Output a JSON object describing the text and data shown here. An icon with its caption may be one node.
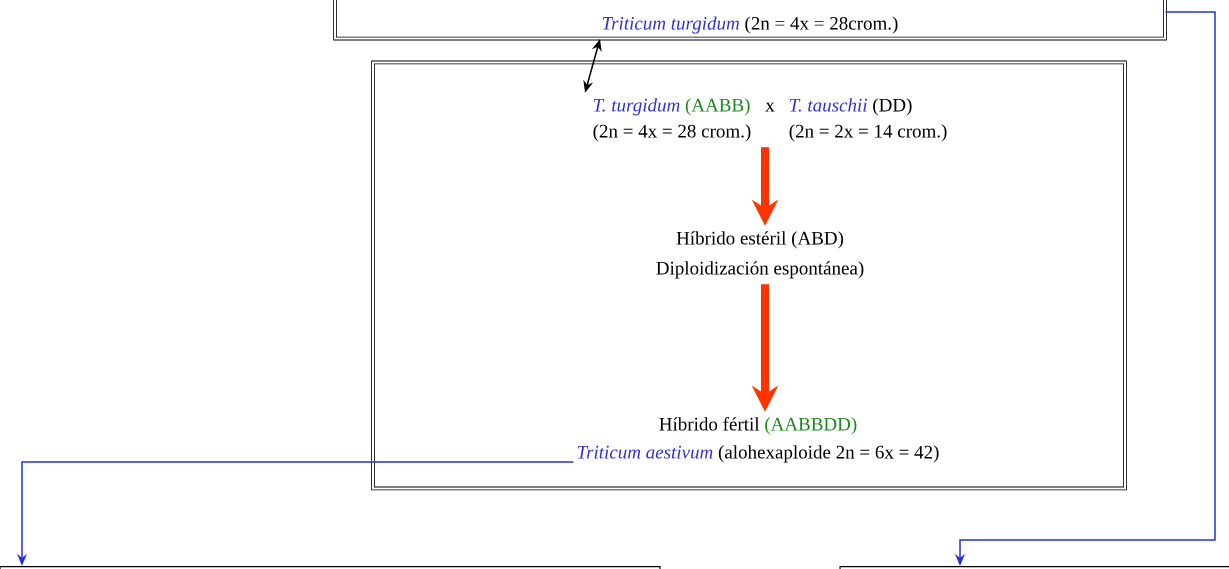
{
  "diagram": {
    "nodes": [
      {
        "text": [
          "Triticum turgidum",
          "(2n = 4x = 28crom.)"
        ]
      },
      {
        "text": [],
        "shape": "box"
      },
      {
        "text": [
          "T. turgidum",
          "(AABB)",
          "x",
          "T. tauschii",
          "(DD)",
          "(2n = 4x = 28 crom.)",
          "(2n = 2x = 14 crom.)"
        ],
        "in": 1
      },
      {
        "text": [
          "Híbrido estéril (ABD)",
          "Diploidización espontánea)"
        ],
        "in": 1
      },
      {
        "text": [
          "Híbrido fértil",
          "(AABBDD)",
          "Triticum aestivum",
          "(alohexaploide 2n = 6x = 42)"
        ],
        "in": 1
      },
      {
        "text": [],
        "shape": "box"
      },
      {
        "text": [],
        "shape": "box"
      }
    ],
    "edges": [
      {
        "from": 0,
        "to": 2,
        "arrow": "both",
        "color": "#000000"
      },
      {
        "from": 0,
        "to": 6,
        "arrow": "to",
        "color": "#2233dd"
      },
      {
        "from": 2,
        "to": 3,
        "arrow": "to",
        "style": "thick",
        "color": "#ff3300"
      },
      {
        "from": 3,
        "to": 4,
        "arrow": "to",
        "style": "thick",
        "color": "#ff3300"
      },
      {
        "from": 4,
        "to": 5,
        "arrow": "to",
        "color": "#2233dd"
      }
    ]
  }
}
